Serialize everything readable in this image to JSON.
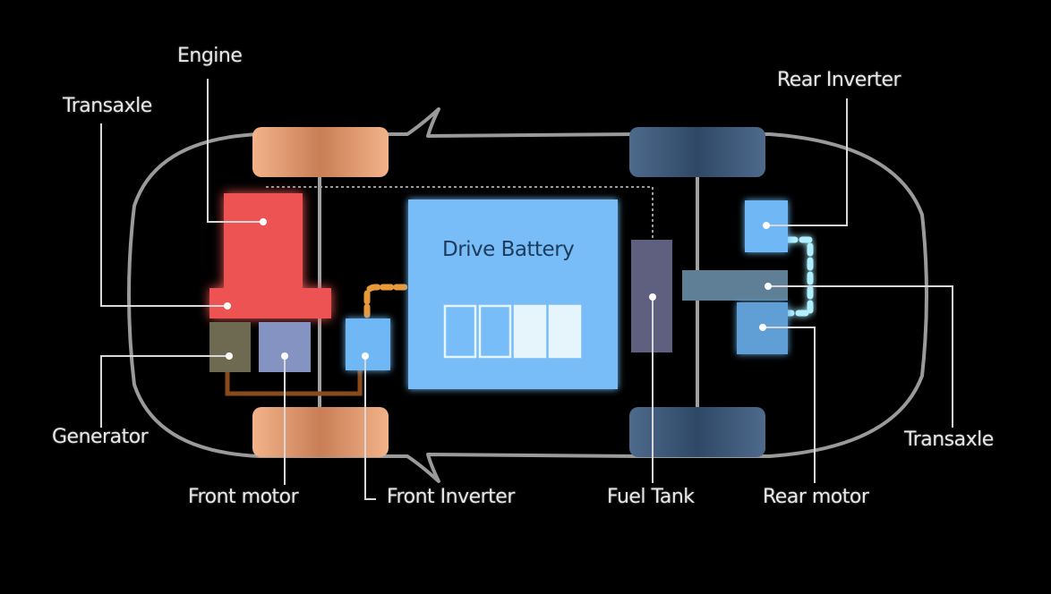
{
  "diagram": {
    "title": "Plug-in hybrid AWD powertrain layout",
    "battery_label": "Drive Battery",
    "battery_cells": {
      "total": 4,
      "full": 2
    },
    "labels": {
      "engine": "Engine",
      "transaxle_front": "Transaxle",
      "generator": "Generator",
      "front_motor": "Front motor",
      "front_inverter": "Front Inverter",
      "fuel_tank": "Fuel Tank",
      "rear_motor": "Rear motor",
      "transaxle_rear": "Transaxle",
      "rear_inverter": "Rear Inverter"
    },
    "colors": {
      "background": "#000000",
      "body_outline": "#9a9a9a",
      "front_wheel": "#d9946a",
      "rear_wheel": "#3e5878",
      "engine": "#ee5252",
      "generator": "#6e6a52",
      "front_motor": "#8593c2",
      "inverter": "#6fb8f5",
      "battery": "#78bdf7",
      "fuel_tank": "#5f5f80",
      "rear_transaxle": "#5e7f96",
      "rear_motor": "#5e9fd6",
      "electric_flow": "#aef0ff",
      "fuel_flow": "#e89a3a",
      "leader_line": "#d8d8d8"
    }
  }
}
